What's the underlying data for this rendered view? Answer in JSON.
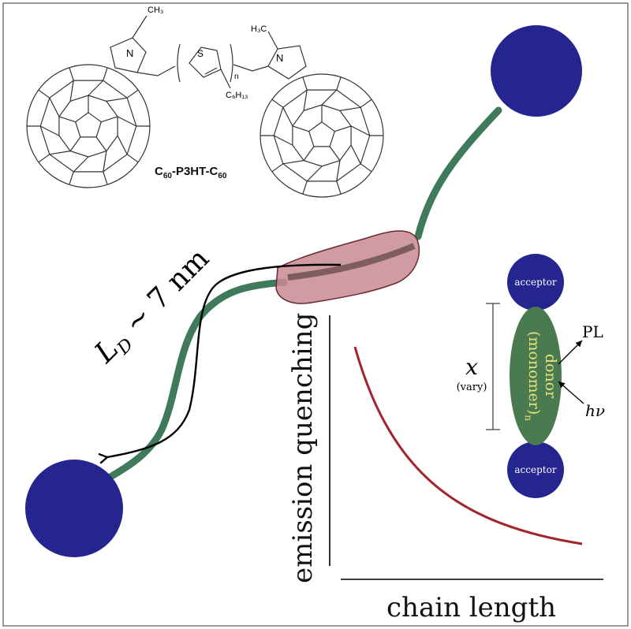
{
  "molecule": {
    "label_main": "C",
    "label_sub1": "60",
    "label_mid": "-P3HT-C",
    "label_sub2": "60",
    "left_methyl": "CH₃",
    "right_methyl": "H₃C",
    "n_atom_left": "N",
    "n_atom_right": "N",
    "s_atom": "S",
    "subscript_n": "n",
    "side_chain": "C₆H₁₃"
  },
  "diffusion": {
    "label_italic": "L",
    "label_sub": "D",
    "label_rest": " ~ 7 nm"
  },
  "plot": {
    "ylabel": "emission quenching",
    "xlabel": "chain length"
  },
  "inset": {
    "acceptor_top": "acceptor",
    "acceptor_bottom": "acceptor",
    "donor_line1": "(monomer)",
    "donor_sub": "n",
    "donor_line2": "donor",
    "x_label": "x",
    "vary_label": "(vary)",
    "pl_label": "PL",
    "hv_label": "hν"
  },
  "colors": {
    "navy": "#24258f",
    "chain": "#3f7a5b",
    "donor": "#4a7a4f",
    "donor_text": "#e8e27a",
    "pink": "#c98a92",
    "curve": "#a3232a",
    "frame": "#999999"
  }
}
